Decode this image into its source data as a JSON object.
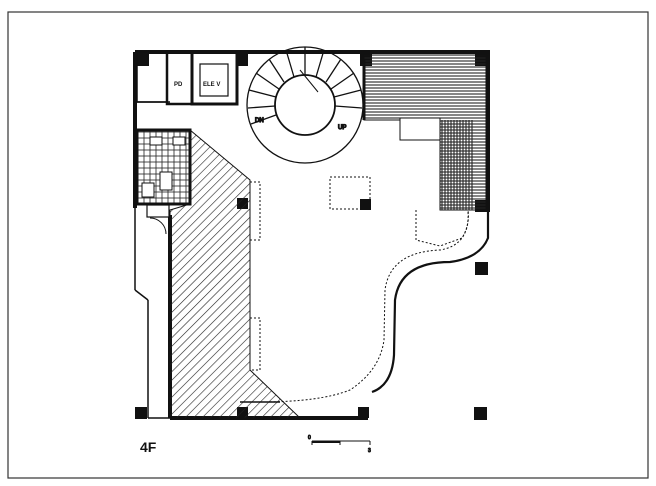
{
  "floor_label": "4F",
  "rooms": {
    "pd": "PD",
    "elev": "ELE V"
  },
  "stair": {
    "dn": "DN",
    "up": "UP"
  },
  "scale": {
    "start": "0",
    "end": "3"
  }
}
